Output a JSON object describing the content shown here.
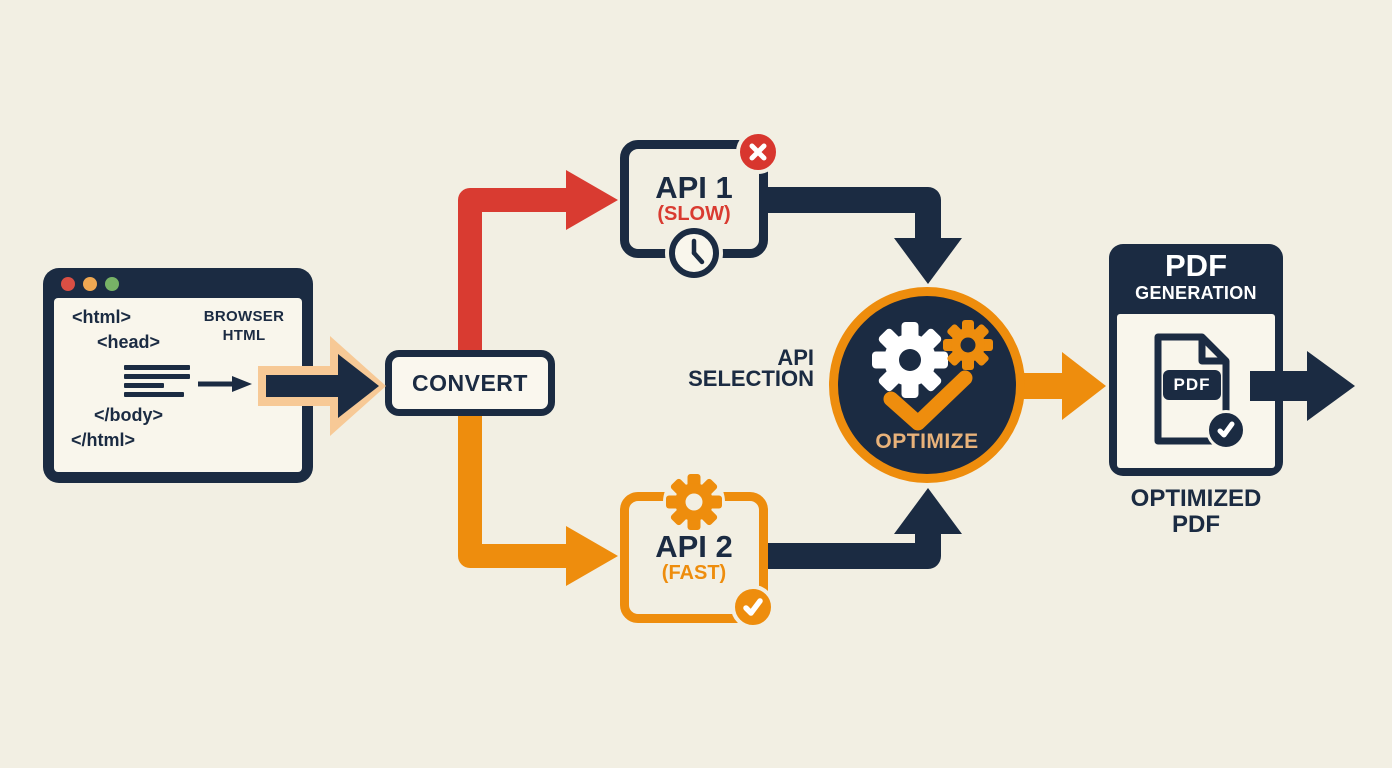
{
  "colors": {
    "background": "#f2efe3",
    "navy": "#1b2b42",
    "red": "#d93b31",
    "orange": "#ee8d0d",
    "peach": "#f7c996",
    "panel": "#f9f6ec",
    "optimize_label": "#e8b27a",
    "dot_red": "#d94f44",
    "dot_orange": "#f0a852",
    "dot_green": "#77b266"
  },
  "browser": {
    "label": [
      "BROWSER",
      "HTML"
    ],
    "code": [
      "<html>",
      "<head>",
      "</body>",
      "</html>"
    ]
  },
  "convert": {
    "label": "CONVERT"
  },
  "api1": {
    "title": "API 1",
    "subtitle": "(SLOW)",
    "status_icon": "cross",
    "detail_icon": "clock"
  },
  "api2": {
    "title": "API 2",
    "subtitle": "(FAST)",
    "status_icon": "check",
    "detail_icon": "gear"
  },
  "selection": {
    "label": [
      "API",
      "SELECTION"
    ]
  },
  "optimize": {
    "label": "OPTIMIZE",
    "icons": [
      "gear-white",
      "gear-orange",
      "check"
    ]
  },
  "pdf": {
    "header": [
      "PDF",
      "GENERATION"
    ],
    "file_label": "PDF",
    "status_icon": "check",
    "caption": [
      "OPTIMIZED",
      "PDF"
    ]
  }
}
